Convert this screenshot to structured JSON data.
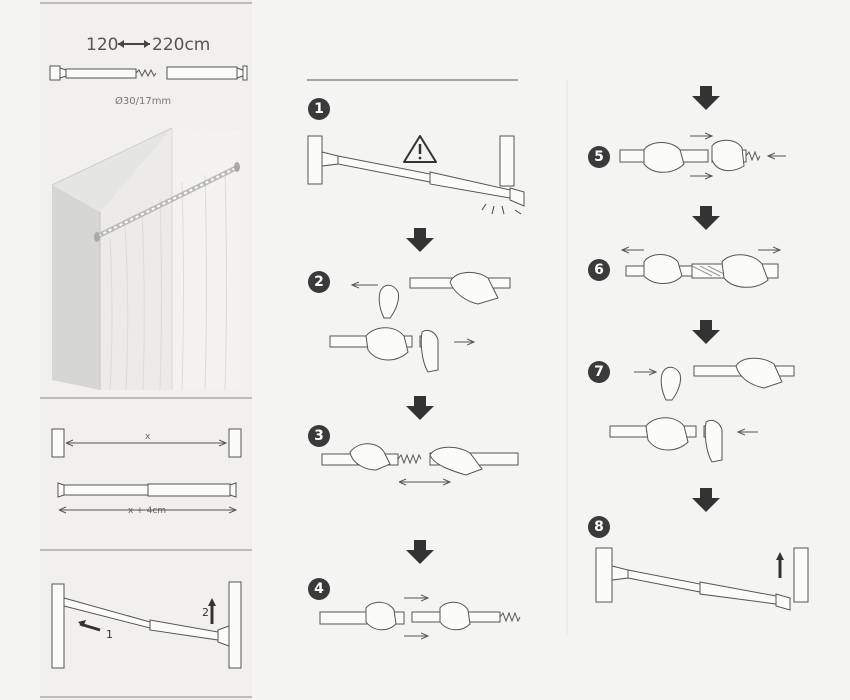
{
  "header": {
    "length_range": "120 ⟷ 220cm",
    "length_min": "120",
    "length_max": "220cm",
    "diameter": "Ø30/17mm"
  },
  "measure": {
    "x_label": "x",
    "x_plus_label": "x + 4cm"
  },
  "mount": {
    "arrow1_label": "1",
    "arrow2_label": "2"
  },
  "steps": [
    "1",
    "2",
    "3",
    "4",
    "5",
    "6",
    "7",
    "8"
  ],
  "icons": {
    "warning": "warning-triangle-icon",
    "down_arrow": "down-arrow-icon",
    "hand": "hand-icon",
    "spring": "spring-icon"
  },
  "colors": {
    "line": "#555555",
    "arrow": "#3a3a3a",
    "background": "#f4f4f2"
  }
}
